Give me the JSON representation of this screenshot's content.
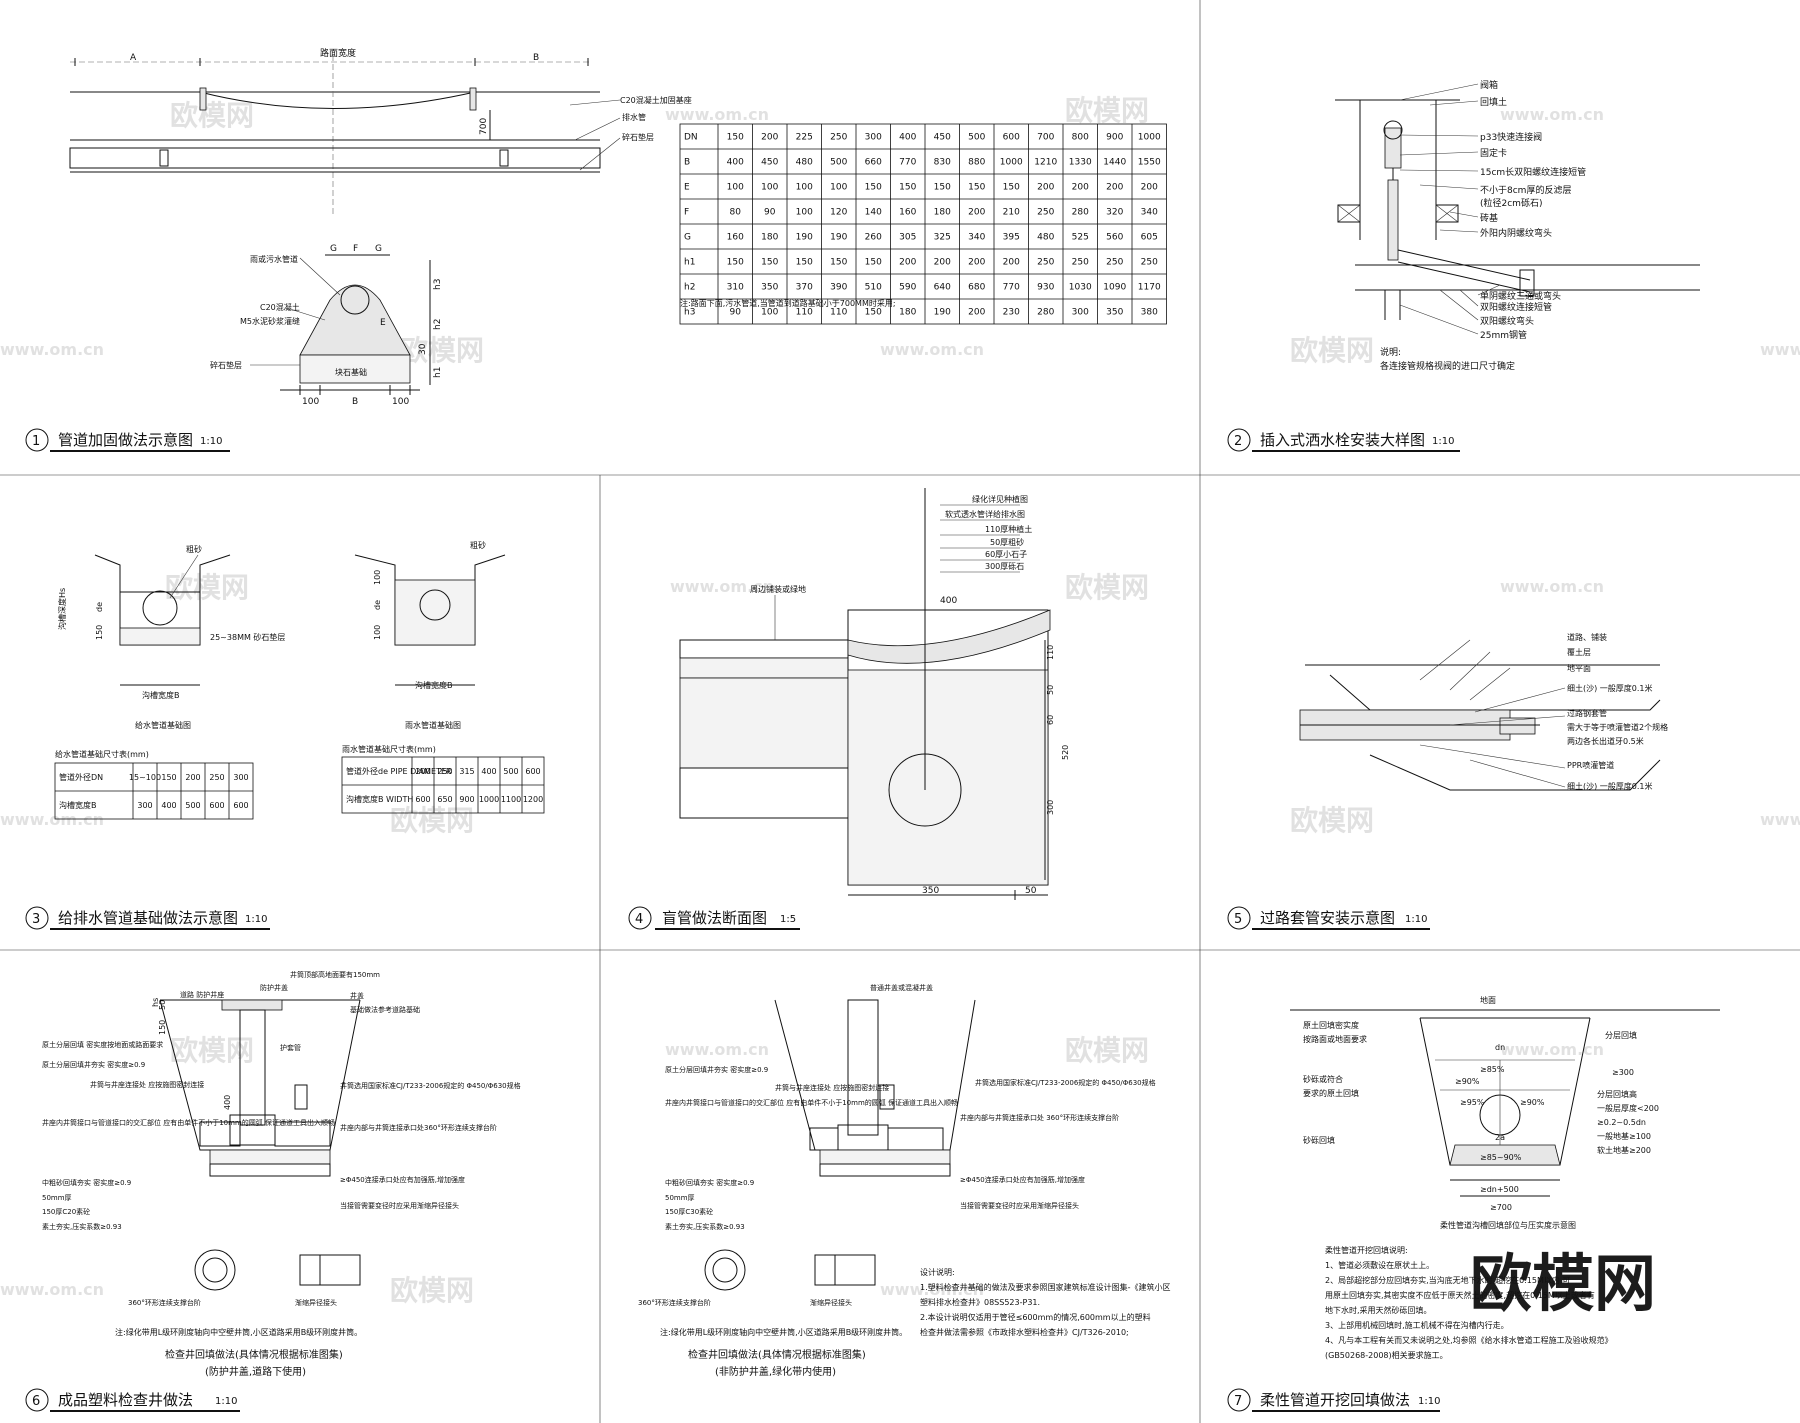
{
  "panels": {
    "p1": {
      "num": "1",
      "title": "管道加固做法示意图",
      "scale": "1:10",
      "dim_A": "A",
      "dim_road": "路面宽度",
      "dim_B": "B",
      "dim_700": "700",
      "labels": [
        "C20混凝土加固基座",
        "排水管",
        "碎石垫层"
      ],
      "section_labels": [
        "雨或污水管道",
        "C20混凝土",
        "M5水泥砂浆灌缝",
        "碎石垫层",
        "块石基础"
      ],
      "sec_dims": {
        "G": "G",
        "F": "F",
        "E": "E",
        "h1": "h1",
        "h2": "h2",
        "h3": "h3",
        "w100": "100",
        "wB": "B",
        "d30": "30"
      },
      "table": {
        "rows": [
          [
            "DN",
            "150",
            "200",
            "225",
            "250",
            "300",
            "400",
            "450",
            "500",
            "600",
            "700",
            "800",
            "900",
            "1000"
          ],
          [
            "B",
            "400",
            "450",
            "480",
            "500",
            "660",
            "770",
            "830",
            "880",
            "1000",
            "1210",
            "1330",
            "1440",
            "1550"
          ],
          [
            "E",
            "100",
            "100",
            "100",
            "100",
            "150",
            "150",
            "150",
            "150",
            "150",
            "200",
            "200",
            "200",
            "200"
          ],
          [
            "F",
            "80",
            "90",
            "100",
            "120",
            "140",
            "160",
            "180",
            "200",
            "210",
            "250",
            "280",
            "320",
            "340"
          ],
          [
            "G",
            "160",
            "180",
            "190",
            "190",
            "260",
            "305",
            "325",
            "340",
            "395",
            "480",
            "525",
            "560",
            "605"
          ],
          [
            "h1",
            "150",
            "150",
            "150",
            "150",
            "150",
            "200",
            "200",
            "200",
            "200",
            "250",
            "250",
            "250",
            "250"
          ],
          [
            "h2",
            "310",
            "350",
            "370",
            "390",
            "510",
            "590",
            "640",
            "680",
            "770",
            "930",
            "1030",
            "1090",
            "1170"
          ],
          [
            "h3",
            "90",
            "100",
            "110",
            "110",
            "150",
            "180",
            "190",
            "200",
            "230",
            "280",
            "300",
            "350",
            "380"
          ]
        ],
        "note": "注:路面下面,污水管道,当管道到道路基础小于700MM时采用;"
      }
    },
    "p2": {
      "num": "2",
      "title": "插入式洒水栓安装大样图",
      "scale": "1:10",
      "labels": [
        "阀箱",
        "回填土",
        "p33快速连接阀",
        "固定卡",
        "15cm长双阳螺纹连接短管",
        "不小于8cm厚的反滤层",
        "(粒径2cm砾石)",
        "砖基",
        "外阳内阴螺纹弯头",
        "单阴螺纹三通或弯头",
        "双阳螺纹连接短管",
        "双阳螺纹弯头",
        "25mm钢管"
      ],
      "note_title": "说明:",
      "note": "各连接管规格视阀的进口尺寸确定"
    },
    "p3": {
      "num": "3",
      "title": "给排水管道基础做法示意图",
      "scale": "1:10",
      "left_labels": [
        "粗砂",
        "25~38MM 砂石垫层",
        "沟槽宽度B",
        "给水管道基础图",
        "沟槽深度Hs",
        "150",
        "de"
      ],
      "right_labels": [
        "粗砂",
        "沟槽宽度B",
        "雨水管道基础图",
        "100",
        "100",
        "de"
      ],
      "t1_title": "给水管道基础尺寸表(mm)",
      "t1_rows": [
        [
          "管道外径DN",
          "15~100",
          "150",
          "200",
          "250",
          "300"
        ],
        [
          "沟槽宽度B",
          "300",
          "400",
          "500",
          "600",
          "600"
        ]
      ],
      "t2_title": "雨水管道基础尺寸表(mm)",
      "t2_rows": [
        [
          "管道外径de PIPE DIAMETER",
          "200",
          "250",
          "315",
          "400",
          "500",
          "600"
        ],
        [
          "沟槽宽度B WIDTH",
          "600",
          "650",
          "900",
          "1000",
          "1100",
          "1200"
        ]
      ]
    },
    "p4": {
      "num": "4",
      "title": "盲管做法断面图",
      "scale": "1:5",
      "labels": [
        "绿化详见种植图",
        "软式透水管详给排水图",
        "110厚种植土",
        "50厚粗砂",
        "60厚小石子",
        "300厚砾石",
        "周边铺装或绿地"
      ],
      "dims": {
        "w400": "400",
        "w350": "350",
        "w50": "50",
        "h110": "110",
        "h50": "50",
        "h60": "60",
        "h300": "300",
        "h520": "520"
      }
    },
    "p5": {
      "num": "5",
      "title": "过路套管安装示意图",
      "scale": "1:10",
      "labels": [
        "道路、铺装",
        "覆土层",
        "地平面",
        "细土(沙) 一般厚度0.1米",
        "过路钢套管",
        "需大于等于喷灌管道2个规格",
        "两边各长出道牙0.5米",
        "PPR喷灌管道",
        "细土(沙) 一般厚度0.1米"
      ]
    },
    "p6": {
      "num": "6",
      "title": "成品塑料检查井做法",
      "scale": "1:10",
      "labels": [
        "井筒顶部高地面要有150mm",
        "道路 防护井座",
        "防护井盖",
        "井盖",
        "基础做法参考道路基础",
        "原土分层回填 密实度按地面或路面要求",
        "原土分层回填井夯实 密实度≥0.9",
        "护套管",
        "井筒与井座连接处 应按施图密封连接",
        "井筒选用国家标准CJ/T233-2006规定的 Φ450/Φ630规格",
        "井座内井筒接口与管道接口的交汇部位 应有由单件不小于10mm的圆弧 保证通道工具出入顺畅",
        "井座内部与井筒连接承口处360°环形连续支撑台阶",
        "中粗砂回填夯实 密实度≥0.9",
        "50mm厚",
        "150厚C20素砼",
        "素土夯实,压实系数≥0.93",
        "≥Φ450连接承口处应有加强筋,增加强度",
        "当接管需要变径时应采用渐缩异径接头",
        "360°环形连续支撑台阶",
        "渐缩异径接头"
      ],
      "dims": {
        "d50": "50",
        "d150": "150",
        "hs": "hs",
        "d400": "400"
      },
      "note": "注:绿化带用L级环刚度轴向中空壁井筒,小区道路采用B级环刚度井筒。",
      "caption": "检查井回填做法(具体情况根据标准图集)",
      "caption2": "(防护井盖,道路下使用)"
    },
    "p6b": {
      "labels": [
        "普通井盖或混凝井盖",
        "原土分层回填井夯实 密实度≥0.9",
        "井筒与井座连接处 应按施图密封连接",
        "井筒选用国家标准CJ/T233-2006规定的 Φ450/Φ630规格",
        "井座内井筒接口与管道接口的交汇部位 应有由单件不小于10mm的圆弧 保证通道工具出入顺畅",
        "井座内部与井筒连接承口处 360°环形连续支撑台阶",
        "中粗砂回填夯实 密实度≥0.9",
        "50mm厚",
        "150厚C30素砼",
        "素土夯实,压实系数≥0.93",
        "≥Φ450连接承口处应有加强筋,增加强度",
        "当接管需要变径时应采用渐缩异径接头",
        "360°环形连续支撑台阶",
        "渐缩异径接头"
      ],
      "design_note": [
        "设计说明:",
        "1.塑料检查井基础的做法及要求参照国家建筑标准设计图集-《建筑小区",
        "塑料排水检查井》08SS523-P31.",
        "2.本设计说明仅适用于管径≤600mm的情况,600mm以上的塑料",
        "检查井做法需参照《市政排水塑料检查井》CJ/T326-2010;"
      ],
      "note": "注:绿化带用L级环刚度轴向中空壁井筒,小区道路采用B级环刚度井筒。",
      "caption": "检查井回填做法(具体情况根据标准图集)",
      "caption2": "(非防护井盖,绿化带内使用)"
    },
    "p7": {
      "num": "7",
      "title": "柔性管道开挖回填做法",
      "scale": "1:10",
      "labels": [
        "地面",
        "原土回填密实度",
        "按路面或地面要求",
        "分层回填",
        "砂砾或符合",
        "要求的原土回填",
        "砂砾回填",
        "≥300",
        "分层回填高",
        "一般层厚度<200",
        "≥0.2~0.5dn",
        "一般地基≥100",
        "软土地基≥200",
        "dn",
        "≥85%",
        "≥90%",
        "≥95%",
        "≥90%",
        "2a",
        "≥85~90%",
        "≥dn+500",
        "≥700"
      ],
      "sub_caption": "柔性管道沟槽回填部位与压实度示意图",
      "note_title": "柔性管道开挖回填说明:",
      "notes": [
        "1、管道必须敷设在原状土上。",
        "2、局部超挖部分应回填夯实,当沟底无地下水时,超挖在0.15M以内,可",
        "用原土回填夯实,其密实度不应低于原天然土的密度,超挖在0.15M以上或者有",
        "地下水时,采用天然砂砾回填。",
        "3、上部用机械回填时,施工机械不得在沟槽内行走。",
        "4、凡与本工程有关而又未说明之处,均参照《给水排水管道工程施工及验收规范》",
        "(GB50268-2008)相关要求施工。"
      ]
    }
  },
  "watermarks": {
    "brand": "欧模网",
    "site": "www.om.cn",
    "big": "欧模网"
  }
}
